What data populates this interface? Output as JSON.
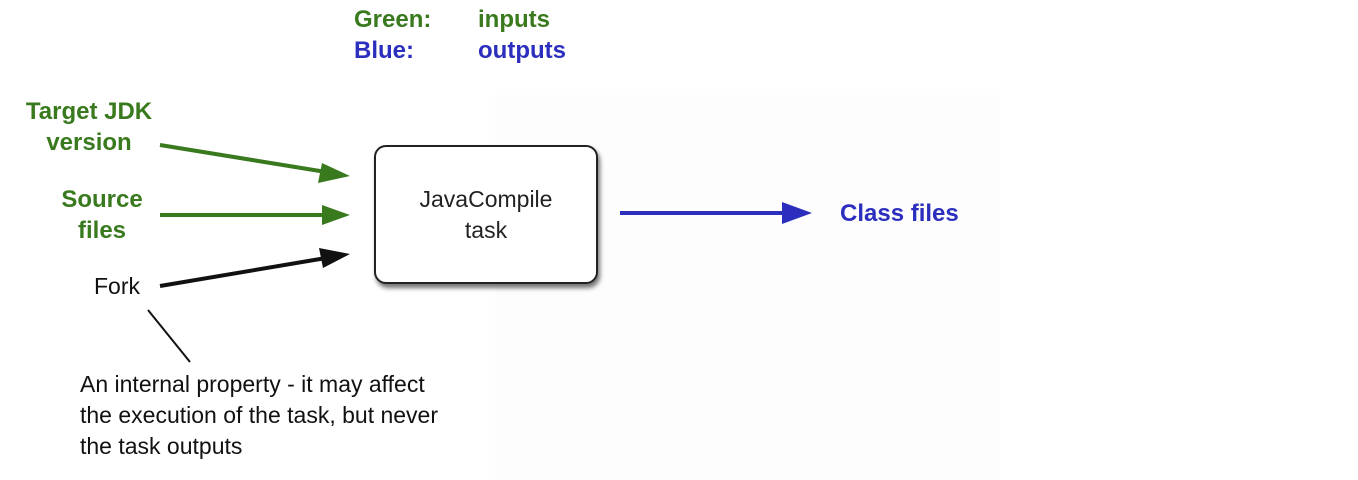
{
  "legend": {
    "green_key": "Green:",
    "green_value": "inputs",
    "blue_key": "Blue:",
    "blue_value": "outputs",
    "green_color": "#3a7a1e",
    "blue_color": "#2c2fbd"
  },
  "inputs": {
    "target_jdk": [
      "Target JDK",
      "version"
    ],
    "source_files": [
      "Source",
      "files"
    ],
    "fork": "Fork"
  },
  "task": {
    "line1": "JavaCompile",
    "line2": "task"
  },
  "output": {
    "label": "Class files"
  },
  "note": {
    "lines": [
      "An internal property - it may affect",
      "the execution of the task, but never",
      "the task outputs"
    ]
  }
}
